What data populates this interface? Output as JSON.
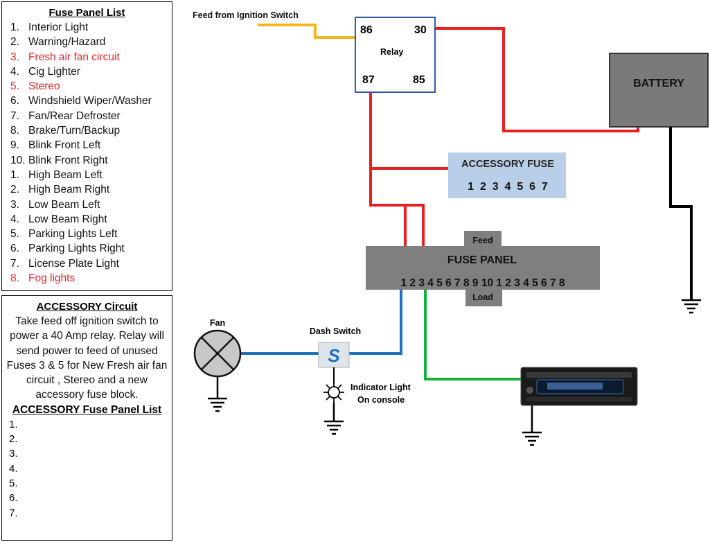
{
  "fuse_panel_list": {
    "title": "Fuse Panel List",
    "items": [
      {
        "num": "1.",
        "label": "Interior Light",
        "red": false
      },
      {
        "num": "2.",
        "label": "Warning/Hazard",
        "red": false
      },
      {
        "num": "3.",
        "label": "Fresh air fan circuit",
        "red": true
      },
      {
        "num": "4.",
        "label": "Cig Lighter",
        "red": false
      },
      {
        "num": "5.",
        "label": "Stereo",
        "red": true
      },
      {
        "num": "6.",
        "label": "Windshield Wiper/Washer",
        "red": false
      },
      {
        "num": "7.",
        "label": "Fan/Rear Defroster",
        "red": false
      },
      {
        "num": "8.",
        "label": "Brake/Turn/Backup",
        "red": false
      },
      {
        "num": "9.",
        "label": "Blink Front Left",
        "red": false
      },
      {
        "num": "10.",
        "label": "Blink Front Right",
        "red": false
      },
      {
        "num": "1.",
        "label": "High Beam Left",
        "red": false
      },
      {
        "num": "2.",
        "label": "High Beam Right",
        "red": false
      },
      {
        "num": "3.",
        "label": "Low Beam Left",
        "red": false
      },
      {
        "num": "4.",
        "label": "Low Beam Right",
        "red": false
      },
      {
        "num": "5.",
        "label": "Parking Lights Left",
        "red": false
      },
      {
        "num": "6.",
        "label": "Parking Lights Right",
        "red": false
      },
      {
        "num": "7.",
        "label": "License Plate Light",
        "red": false
      },
      {
        "num": "8.",
        "label": "Fog lights",
        "red": true
      }
    ]
  },
  "accessory_circuit": {
    "title": "ACCESSORY Circuit",
    "description": "Take feed off ignition switch to power a 40 Amp relay.  Relay will send power to feed of unused Fuses 3 & 5 for New Fresh air fan circuit , Stereo and a  new accessory fuse block.",
    "fuse_list_title": "ACCESSORY Fuse Panel List",
    "fuse_list": [
      "1.",
      "2.",
      "3.",
      "4.",
      "5.",
      "6.",
      "7."
    ]
  },
  "diagram": {
    "feed_label": "Feed from Ignition Switch",
    "relay": {
      "label": "Relay",
      "pin_86": "86",
      "pin_30": "30",
      "pin_87": "87",
      "pin_85": "85"
    },
    "battery_label": "BATTERY",
    "accessory_fuse": {
      "label": "ACCESSORY FUSE",
      "numbers": "1  2  3  4  5  6  7"
    },
    "fuse_panel": {
      "label": "FUSE PANEL",
      "feed": "Feed",
      "load": "Load",
      "numbers": "1 2 3 4 5 6 7 8 9 10 1 2 3 4 5 6 7 8"
    },
    "fan_label": "Fan",
    "dash_switch_label": "Dash Switch",
    "indicator_label_1": "Indicator Light",
    "indicator_label_2": "On console"
  },
  "colors": {
    "red_wire": "#e8201f",
    "yellow_wire": "#f5b31d",
    "blue_wire": "#1f74bf",
    "green_wire": "#17b03a",
    "fuse_panel_gray": "#7f7f7f",
    "accessory_fuse_blue": "#b9cfe7",
    "battery_gray": "#7a7a7a",
    "relay_border": "#2f5aa0"
  }
}
